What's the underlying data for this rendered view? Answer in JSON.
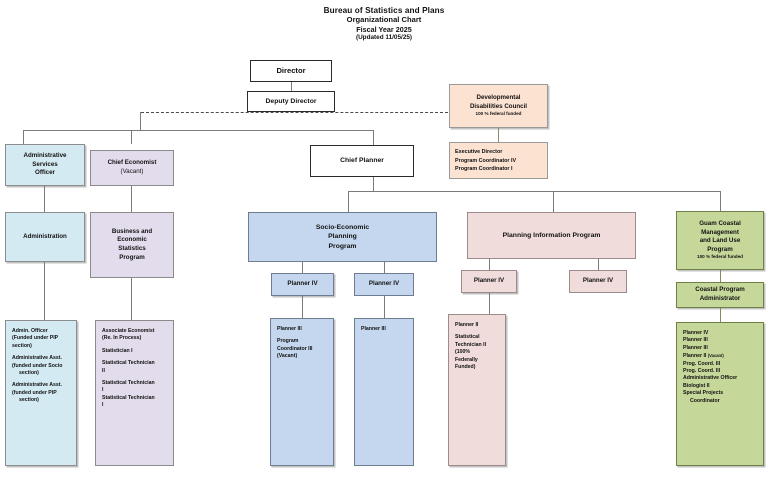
{
  "document": {
    "title_line1": "Bureau of Statistics and Plans",
    "title_line2": "Organizational Chart",
    "title_line3": "Fiscal Year 2025",
    "title_line4": "(Updated 11/05/25)"
  },
  "colors": {
    "white": "#ffffff",
    "peach": "#fbe2d1",
    "light_blue": "#d4eaf2",
    "purple": "#e3dced",
    "blue": "#c5d7ee",
    "pink": "#f0dcdb",
    "green": "#c6d79a",
    "line": "#7b7b7b",
    "text": "#111111"
  },
  "nodes": {
    "director": {
      "label": "Director"
    },
    "deputy_director": {
      "label": "Deputy Director"
    },
    "ddc": {
      "label_line1": "Developmental",
      "label_line2": "Disabilities Council",
      "note": "100 % federal funded"
    },
    "ddc_staff": {
      "line1": "Executive Director",
      "line2": "Program Coordinator IV",
      "line3": "Program Coordinator I"
    },
    "aso": {
      "line1": "Administrative",
      "line2": "Services",
      "line3": "Officer"
    },
    "chief_economist": {
      "line1": "Chief Economist",
      "line2": "(Vacant)"
    },
    "chief_planner": {
      "label": "Chief Planner"
    },
    "administration": {
      "label": "Administration"
    },
    "business_economic": {
      "line1": "Business and",
      "line2": "Economic",
      "line3": "Statistics",
      "line4": "Program"
    },
    "socio_economic": {
      "line1": "Socio-Economic",
      "line2": "Planning",
      "line3": "Program"
    },
    "planning_info": {
      "label": "Planning Information Program"
    },
    "gcmp": {
      "line1": "Guam Coastal",
      "line2": "Management",
      "line3": "and Land Use",
      "line4": "Program",
      "note": "100 % federal funded"
    },
    "coastal_admin": {
      "line1": "Coastal Program",
      "line2": "Administrator"
    },
    "planner_iv_socio_left": {
      "label": "Planner IV"
    },
    "planner_iv_socio_right": {
      "label": "Planner IV"
    },
    "planner_iv_pip_left": {
      "label": "Planner IV"
    },
    "planner_iv_pip_right": {
      "label": "Planner IV"
    },
    "admin_staff": {
      "items": [
        "Admin. Officer",
        "(Funded under PIP",
        "section)",
        "Administrative Asst.",
        "(funded under Socio",
        "section)",
        "Administrative Asst.",
        "(funded under PIP",
        "section)"
      ]
    },
    "besp_staff": {
      "items": [
        "Associate Economist",
        "(Re. In Process)",
        "Statistician I",
        "Statistical Technician",
        "II",
        "Statistical Technician",
        "I",
        "Statistical Technician",
        "I"
      ]
    },
    "socio_staff_left": {
      "items": [
        "Planner III",
        "Program",
        "Coordinator III",
        "(Vacant)"
      ]
    },
    "socio_staff_right": {
      "items": [
        "Planner III"
      ]
    },
    "pip_staff": {
      "items": [
        "Planner II",
        "Statistical",
        "Technician II",
        "(100%",
        "Federally",
        "Funded)"
      ]
    },
    "gcmp_staff": {
      "items": [
        "Planner IV",
        "Planner III",
        "Planner III",
        "Planner II",
        "Prog. Coord. III",
        "Prog. Coord. III",
        "Administrative Officer",
        "Biologist II",
        "Special Projects",
        "Coordinator"
      ],
      "planner_ii_vacant_note": "(Vacant)"
    }
  }
}
